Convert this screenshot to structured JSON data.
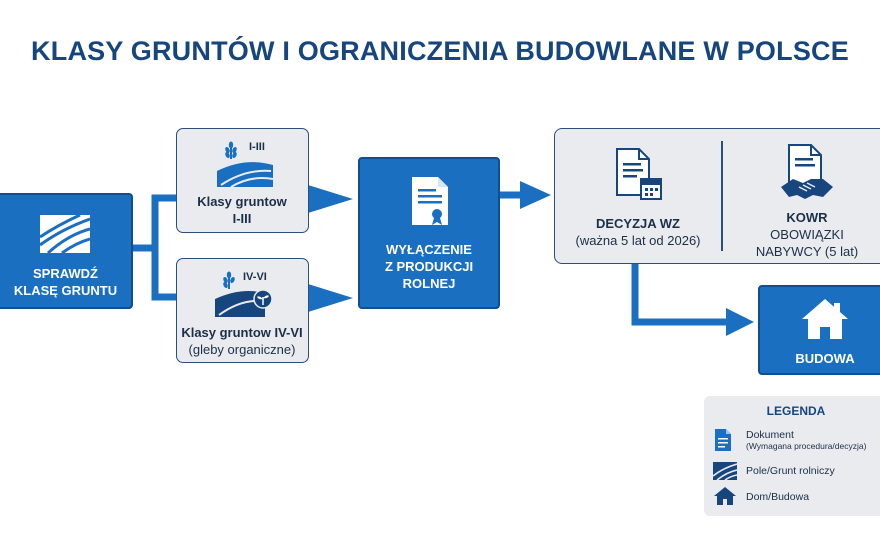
{
  "title": "KLASY GRUNTÓW I OGRANICZENIA BUDOWLANE W POLSCE",
  "start": {
    "line1": "SPRAWDŹ",
    "line2": "KLASĘ GRUNTU"
  },
  "class_high": {
    "badge": "I-III",
    "line1": "Klasy gruntow",
    "line2": "I-III"
  },
  "class_low": {
    "badge": "IV-VI",
    "line1": "Klasy gruntow IV-VI",
    "line2": "(gleby organiczne)"
  },
  "exclusion": {
    "line1": "WYŁĄCZENIE",
    "line2": "Z PRODUKCJI",
    "line3": "ROLNEJ"
  },
  "wz": {
    "title": "DECYZJA WZ",
    "sub": "(ważna 5 lat od 2026)"
  },
  "kowr": {
    "title": "KOWR",
    "line1": "OBOWIĄZKI",
    "line2": "NABYWCY (5 lat)"
  },
  "build": {
    "label": "BUDOWA"
  },
  "legend": {
    "title": "LEGENDA",
    "doc": "Dokument",
    "doc_sub": "(Wymagana procedura/decyzja)",
    "field": "Pole/Grunt rolniczy",
    "house": "Dom/Budowa"
  },
  "colors": {
    "primary": "#1a6fc1",
    "navy": "#17467f",
    "panel": "#e9ebee"
  }
}
